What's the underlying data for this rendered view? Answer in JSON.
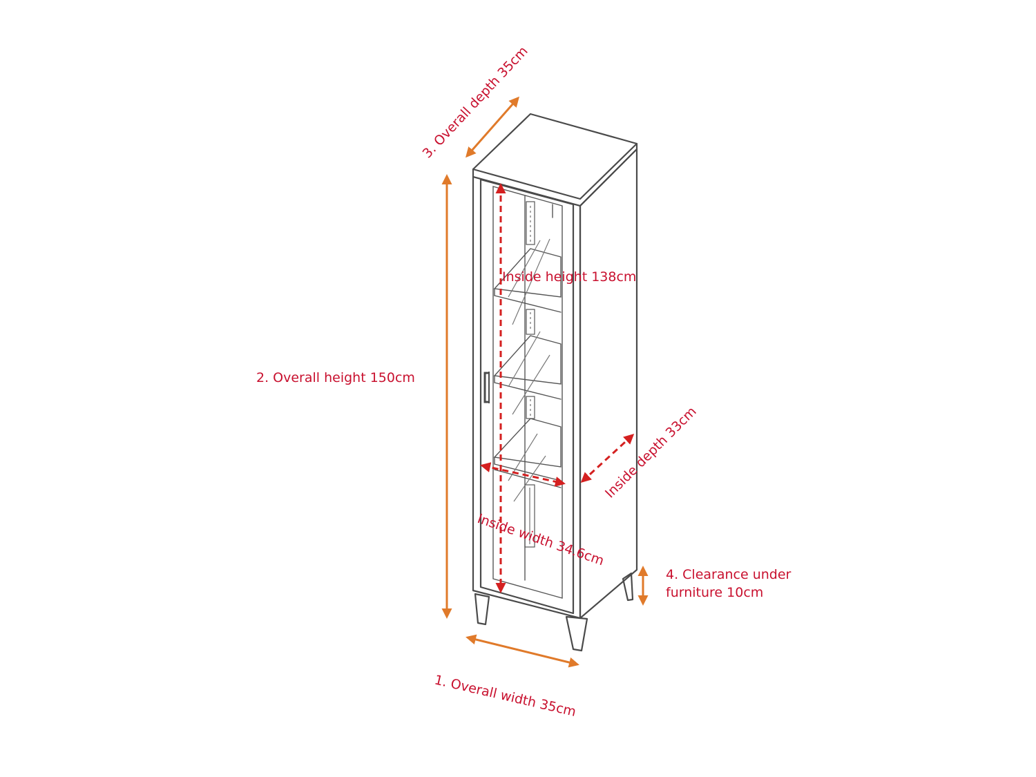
{
  "colors": {
    "overall_arrow": "#e07a2a",
    "inside_arrow": "#d42020",
    "label_text": "#c8102e",
    "drawing_line": "#4a4a4a"
  },
  "labels": {
    "overall_width": "1.  Overall width 35cm",
    "overall_height": "2.  Overall height 150cm",
    "overall_depth": "3. Overall depth 35cm",
    "clearance_line1": "4. Clearance under",
    "clearance_line2": "furniture 10cm",
    "inside_height": "Inside height 138cm",
    "inside_width": "Inside width 34.6cm",
    "inside_depth": "Inside depth 33cm"
  }
}
